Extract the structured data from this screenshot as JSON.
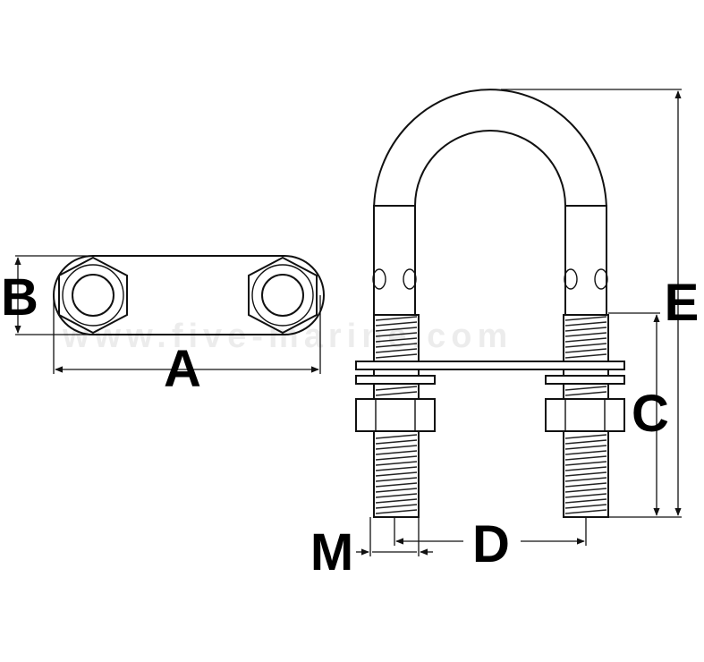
{
  "diagram": {
    "watermark": "www.five-marine.com",
    "labels": {
      "a": "A",
      "b": "B",
      "c": "C",
      "d": "D",
      "e": "E",
      "m": "M"
    },
    "colors": {
      "line": "#111111",
      "background": "#ffffff"
    }
  }
}
